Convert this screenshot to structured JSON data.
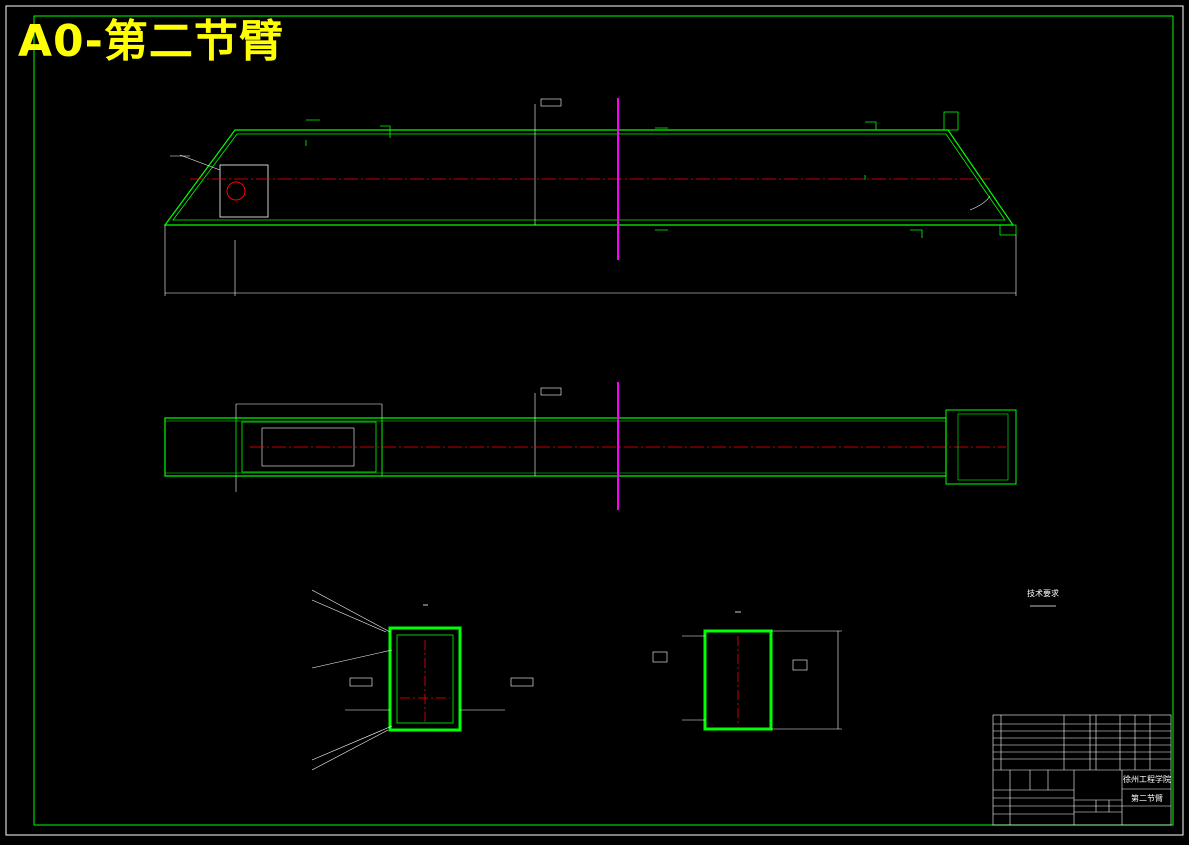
{
  "sheet": {
    "title": "A0-第二节臂"
  },
  "notes": {
    "heading": "技术要求"
  },
  "title_block": {
    "school": "徐州工程学院",
    "drawing_name": "第二节臂"
  },
  "colors": {
    "background": "#000000",
    "outline": "#00ff00",
    "dimension": "#ffffff",
    "centerline": "#ff0000",
    "section_plane": "#ff00ff",
    "title": "#ffff00"
  }
}
